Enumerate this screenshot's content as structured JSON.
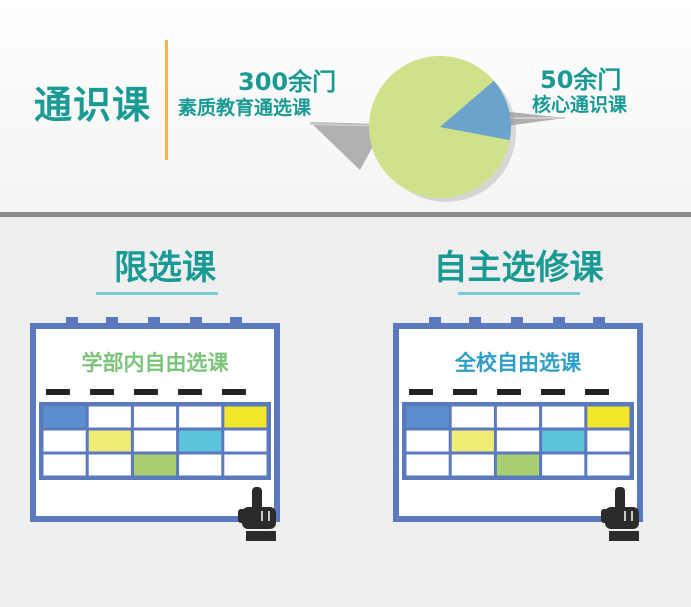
{
  "header": {
    "title": "通识课",
    "pie_left_count": "300余门",
    "pie_left_label": "素质教育通选课",
    "pie_right_count": "50余门",
    "pie_right_label": "核心通识课"
  },
  "chart_data": {
    "type": "pie",
    "categories": [
      "素质教育通选课",
      "核心通识课"
    ],
    "values": [
      300,
      50
    ],
    "colors": [
      "#cde28a",
      "#6aa3cc"
    ]
  },
  "sections": [
    {
      "title": "限选课",
      "calendar_label": "学部内自由选课",
      "label_color": "#7cc47a"
    },
    {
      "title": "自主选修课",
      "calendar_label": "全校自由选课",
      "label_color": "#2f9fc9"
    }
  ],
  "colors": {
    "teal": "#1a9a94",
    "calendar_frame": "#5b79bd",
    "cell_blue": "#5b8fd0",
    "cell_yellow": "#f2e62a",
    "cell_light_yellow": "#f0ec74",
    "cell_cyan": "#5bc4dc",
    "cell_green": "#a8cf72"
  },
  "icons": [
    "pointing-hand-icon"
  ]
}
